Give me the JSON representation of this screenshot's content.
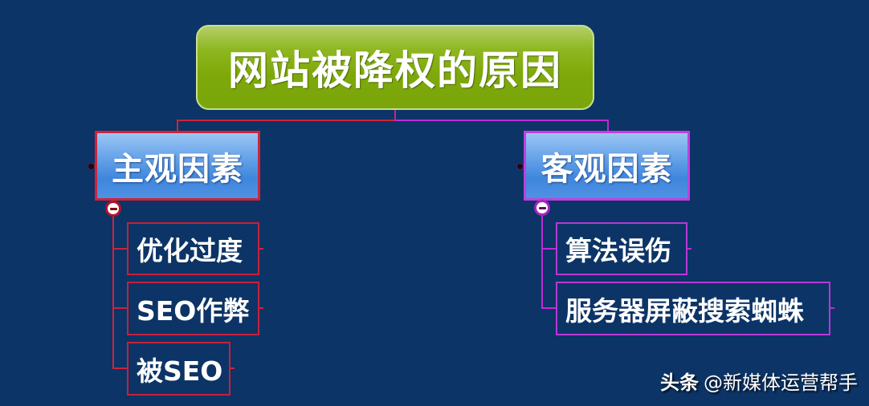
{
  "title": "网站被降权的原因",
  "categories": [
    {
      "label": "主观因素",
      "color": "#d0233a",
      "items": [
        "优化过度",
        "SEO作弊",
        "被SEO"
      ]
    },
    {
      "label": "客观因素",
      "color": "#c02ad6",
      "items": [
        "算法误伤",
        "服务器屏蔽搜索蜘蛛"
      ]
    }
  ],
  "watermark": {
    "platform": "头条",
    "account": "@新媒体运营帮手"
  },
  "colors": {
    "background": "#0c3466",
    "title_fill": "#7ea80a",
    "category_fill": "#4f92e2",
    "left_branch": "#d0233a",
    "right_branch": "#c02ad6"
  }
}
